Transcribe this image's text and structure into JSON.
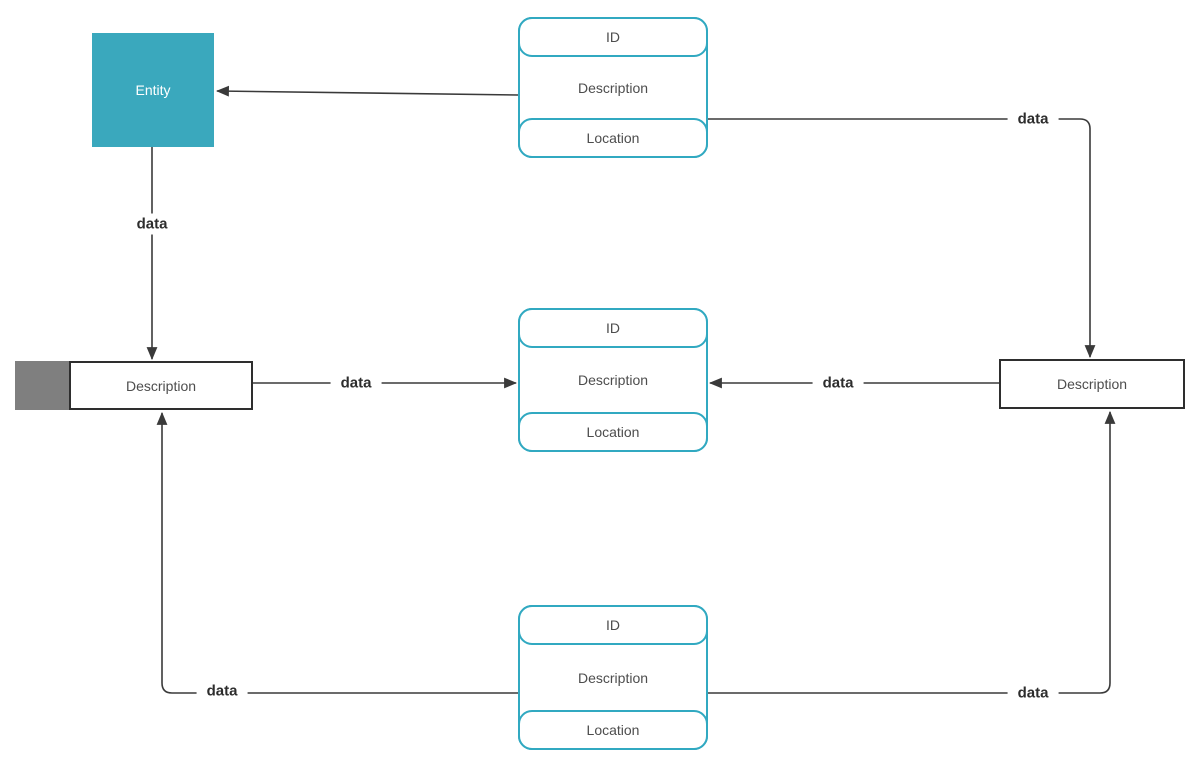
{
  "diagram": {
    "nodes": {
      "entity": {
        "label": "Entity"
      },
      "process_top": {
        "id": "ID",
        "description": "Description",
        "location": "Location"
      },
      "process_middle": {
        "id": "ID",
        "description": "Description",
        "location": "Location"
      },
      "process_bottom": {
        "id": "ID",
        "description": "Description",
        "location": "Location"
      },
      "datastore_left": {
        "label": "Description"
      },
      "external_right": {
        "label": "Description"
      }
    },
    "edges": [
      {
        "from": "process_top",
        "to": "entity"
      },
      {
        "from": "entity",
        "to": "datastore_left",
        "label": "data"
      },
      {
        "from": "process_top",
        "to": "external_right",
        "label": "data"
      },
      {
        "from": "datastore_left",
        "to": "process_middle",
        "label": "data"
      },
      {
        "from": "external_right",
        "to": "process_middle",
        "label": "data"
      },
      {
        "from": "process_bottom",
        "to": "datastore_left",
        "label": "data"
      },
      {
        "from": "process_bottom",
        "to": "external_right",
        "label": "data"
      }
    ],
    "colors": {
      "process_border": "#31a9c1",
      "entity_fill": "#3aa8bd",
      "datastore_marker": "#7f7f7f",
      "connector": "#3a3a3a",
      "node_text": "#4d4d4d",
      "label_text": "#2d2d2d"
    }
  }
}
